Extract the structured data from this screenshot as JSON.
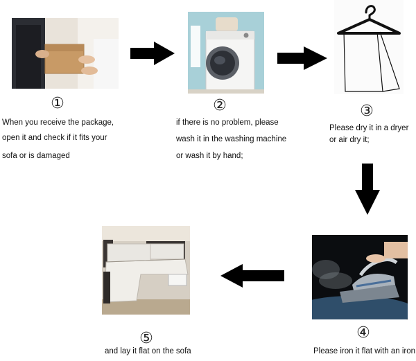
{
  "steps": [
    {
      "number": "①",
      "lines": [
        "When you receive the package,",
        "open it and check if it fits your",
        "sofa or is damaged"
      ],
      "image": "package-handover-photo"
    },
    {
      "number": "②",
      "lines": [
        "if there is no problem, please",
        "wash it in the washing machine",
        "or wash it by hand;"
      ],
      "image": "washing-machine-photo"
    },
    {
      "number": "③",
      "lines": [
        "Please dry it in a dryer",
        "or air dry it;"
      ],
      "image": "hanger-icon"
    },
    {
      "number": "④",
      "lines": [
        "Please iron it flat with an iron,"
      ],
      "image": "steam-iron-photo"
    },
    {
      "number": "⑤",
      "lines": [
        "and lay it flat on the sofa"
      ],
      "image": "sofa-photo"
    }
  ],
  "arrows": [
    "right",
    "right",
    "down",
    "left"
  ],
  "colors": {
    "arrow": "#000000",
    "text": "#111111",
    "background": "#ffffff"
  }
}
